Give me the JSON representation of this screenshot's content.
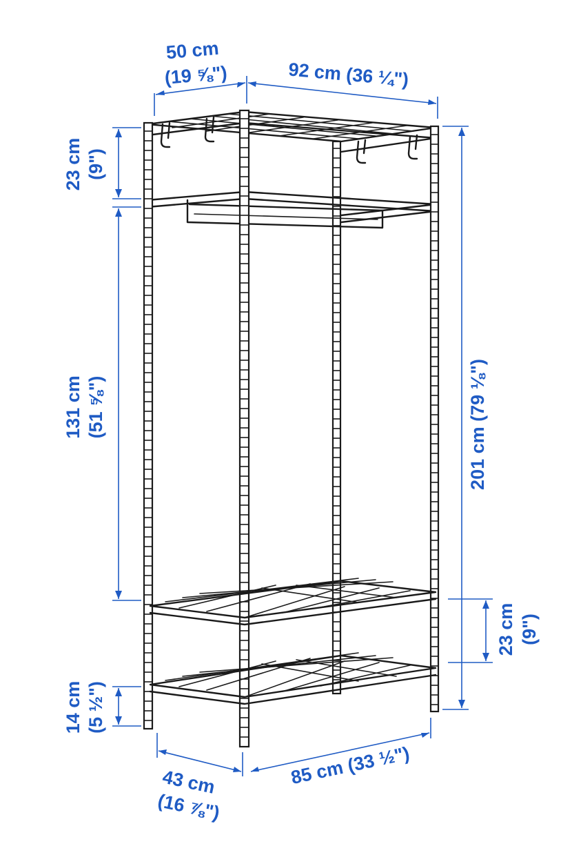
{
  "colors": {
    "dimension": "#1f5bc4",
    "outline": "#1a1a1a",
    "background": "#ffffff"
  },
  "dimensions": {
    "depth_top": {
      "metric": "50 cm",
      "imperial": "(19 ⅝\")"
    },
    "width_top": {
      "label": "92 cm (36 ¼\")"
    },
    "top_gap": {
      "metric": "23 cm",
      "imperial": "(9\")"
    },
    "hanging": {
      "metric": "131 cm",
      "imperial": "(51 ⅝\")"
    },
    "total_height": {
      "label": "201 cm (79 ⅛\")"
    },
    "bottom_gap": {
      "metric": "23 cm",
      "imperial": "(9\")"
    },
    "floor_gap": {
      "metric": "14 cm",
      "imperial": "(5 ½\")"
    },
    "depth_bottom": {
      "metric": "43 cm",
      "imperial": "(16 ⅞\")"
    },
    "width_bottom": {
      "label": "85 cm (33 ½\")"
    }
  }
}
